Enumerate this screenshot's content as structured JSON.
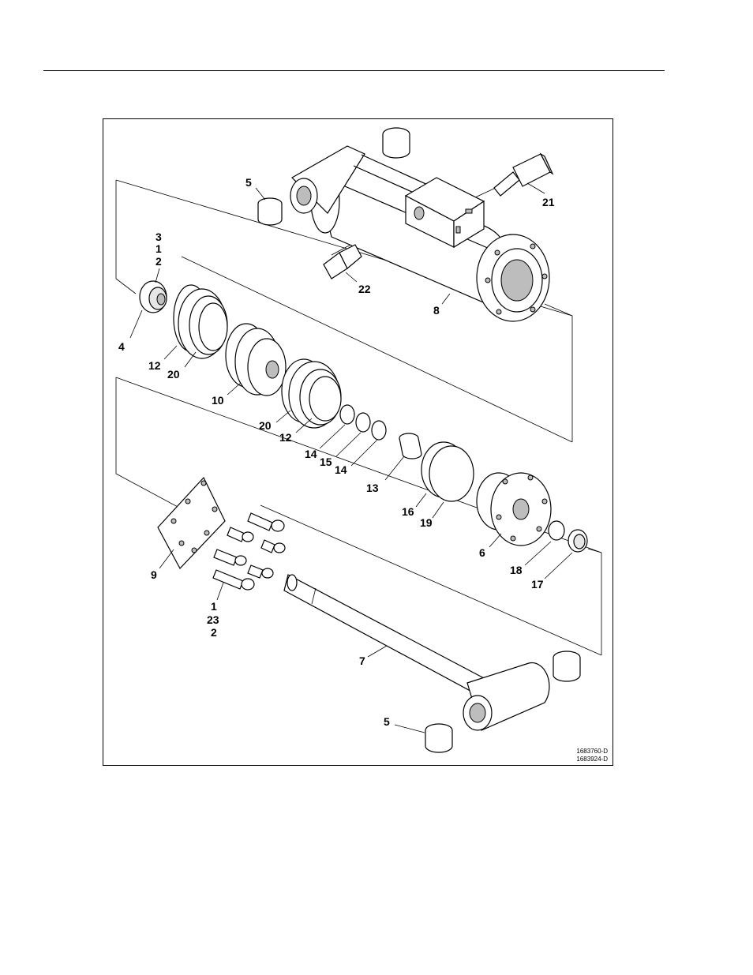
{
  "figure": {
    "ids": [
      "1683760-D",
      "1683924-D"
    ],
    "callouts": [
      {
        "id": "c5a",
        "text": "5"
      },
      {
        "id": "c21",
        "text": "21"
      },
      {
        "id": "c3a",
        "text": "3"
      },
      {
        "id": "c1a",
        "text": "1"
      },
      {
        "id": "c2a",
        "text": "2"
      },
      {
        "id": "c22",
        "text": "22"
      },
      {
        "id": "c8",
        "text": "8"
      },
      {
        "id": "c4",
        "text": "4"
      },
      {
        "id": "c12a",
        "text": "12"
      },
      {
        "id": "c20a",
        "text": "20"
      },
      {
        "id": "c10",
        "text": "10"
      },
      {
        "id": "c20b",
        "text": "20"
      },
      {
        "id": "c12b",
        "text": "12"
      },
      {
        "id": "c14a",
        "text": "14"
      },
      {
        "id": "c15",
        "text": "15"
      },
      {
        "id": "c14b",
        "text": "14"
      },
      {
        "id": "c13",
        "text": "13"
      },
      {
        "id": "c16",
        "text": "16"
      },
      {
        "id": "c19",
        "text": "19"
      },
      {
        "id": "c6",
        "text": "6"
      },
      {
        "id": "c18",
        "text": "18"
      },
      {
        "id": "c17",
        "text": "17"
      },
      {
        "id": "c9",
        "text": "9"
      },
      {
        "id": "c1b",
        "text": "1"
      },
      {
        "id": "c23",
        "text": "23"
      },
      {
        "id": "c2b",
        "text": "2"
      },
      {
        "id": "c7",
        "text": "7"
      },
      {
        "id": "c5b",
        "text": "5"
      }
    ]
  }
}
